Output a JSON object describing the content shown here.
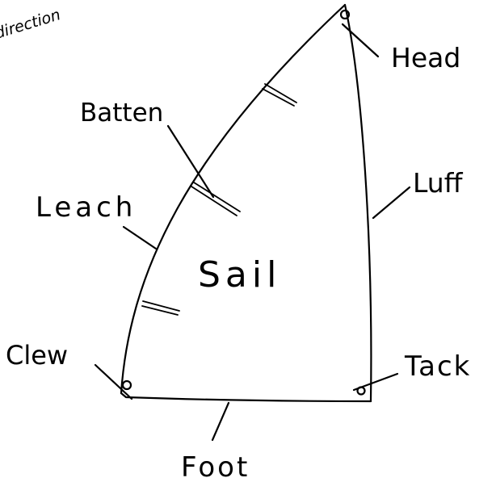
{
  "diagram": {
    "labels": {
      "direction": "direction",
      "head": "Head",
      "batten": "Batten",
      "luff": "Luff",
      "leach": "Leach",
      "sail": "Sail",
      "clew": "Clew",
      "tack": "Tack",
      "foot": "Foot"
    },
    "ink_color": "#000000",
    "background_color": "#ffffff"
  }
}
